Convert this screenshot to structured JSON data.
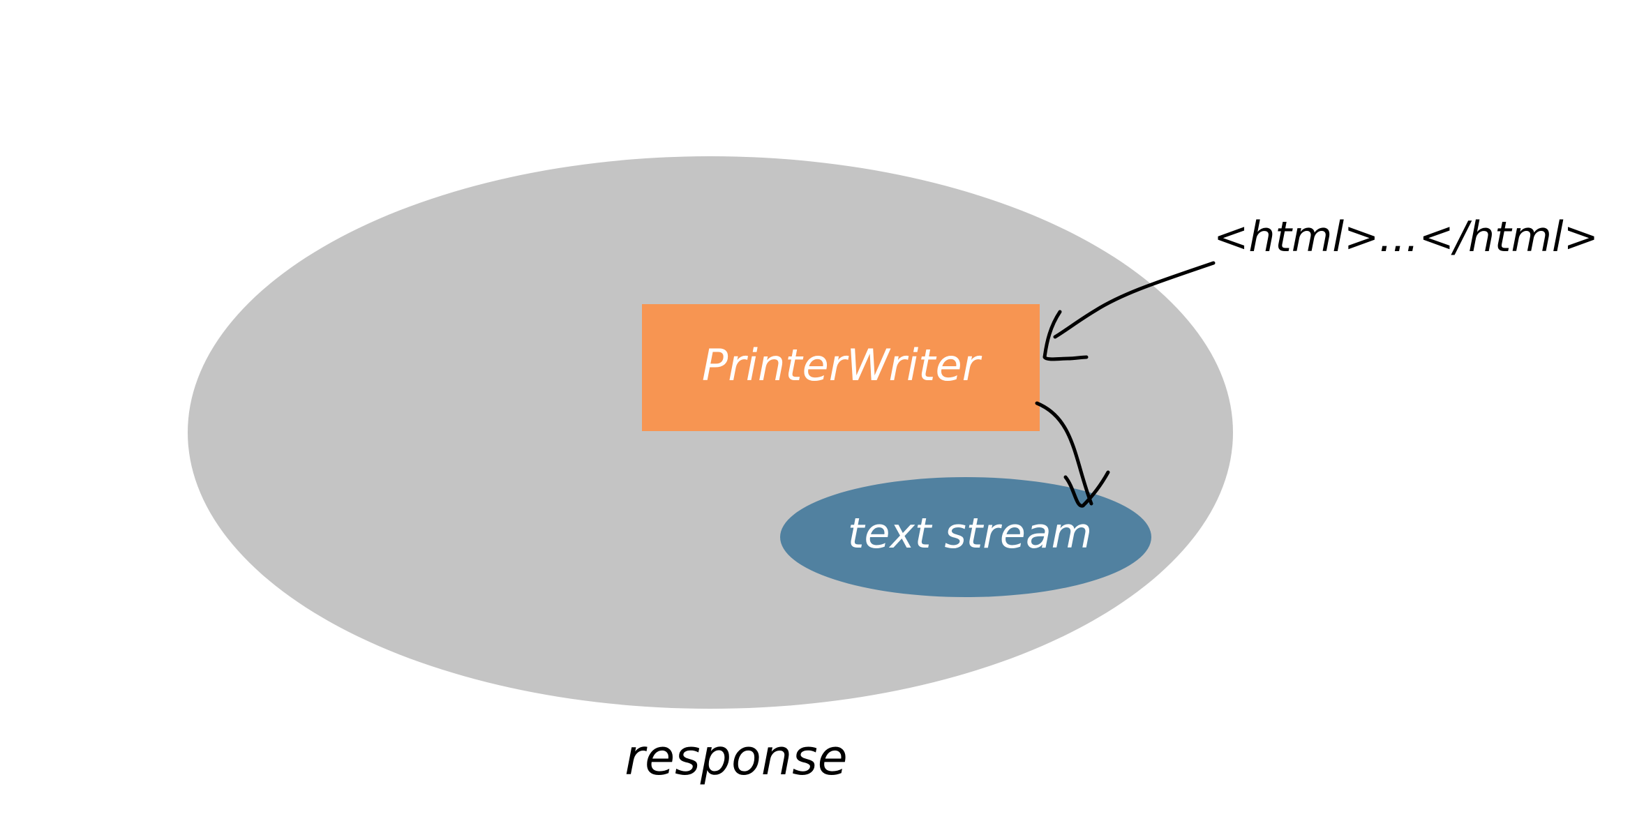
{
  "diagram": {
    "outer_label": "response",
    "box_label": "PrinterWriter",
    "inner_label": "text stream",
    "input_label": "<html>...</html>"
  },
  "colors": {
    "outer_fill": "#c4c4c4",
    "box_fill": "#f79552",
    "inner_fill": "#5181a0",
    "stroke": "#000000",
    "inner_text": "#ffffff"
  }
}
